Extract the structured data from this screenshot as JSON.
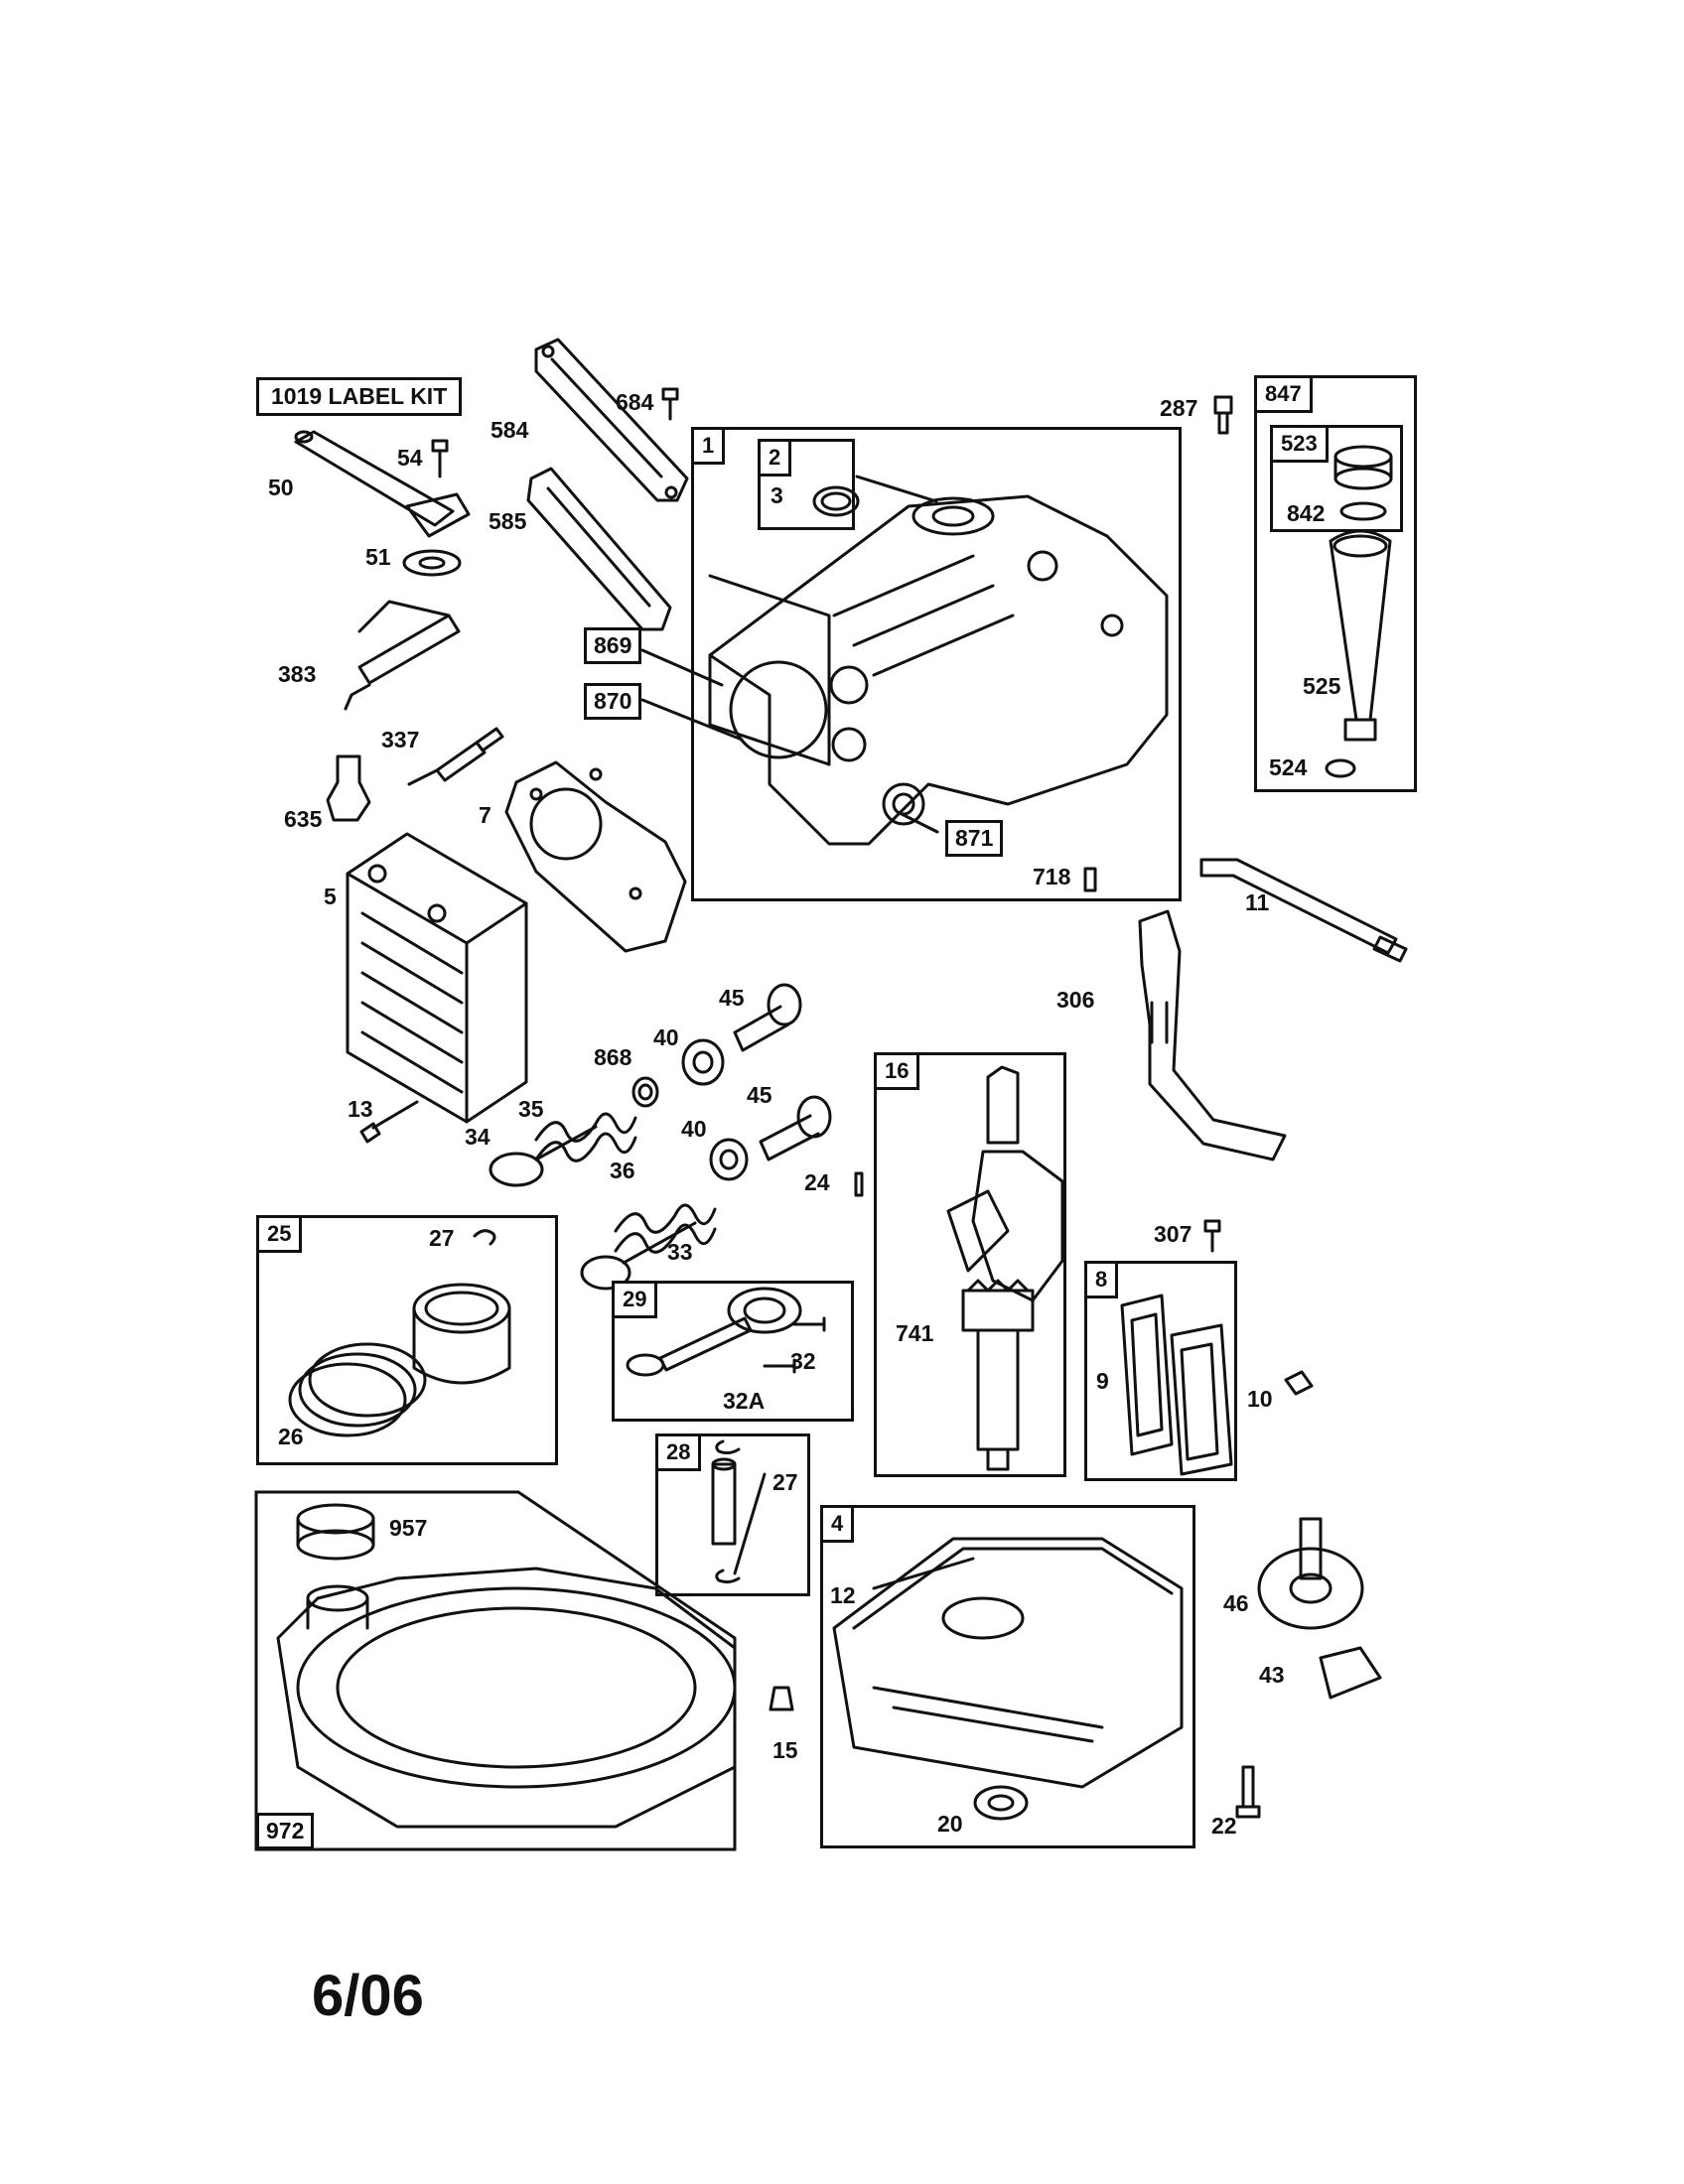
{
  "label_kit": "1019 LABEL KIT",
  "date_code": "6/06",
  "callouts": {
    "p684": "684",
    "p584": "584",
    "p585": "585",
    "p54": "54",
    "p50": "50",
    "p51": "51",
    "p383": "383",
    "p337": "337",
    "p635": "635",
    "p7": "7",
    "p5": "5",
    "p13": "13",
    "p34": "34",
    "p35": "35",
    "p868": "868",
    "p40a": "40",
    "p45a": "45",
    "p40b": "40",
    "p45b": "45",
    "p36": "36",
    "p33": "33",
    "p24": "24",
    "p27a": "27",
    "p26": "26",
    "p32": "32",
    "p32a": "32A",
    "p27b": "27",
    "p957": "957",
    "p12": "12",
    "p15": "15",
    "p20": "20",
    "p741": "741",
    "p9": "9",
    "p10": "10",
    "p46": "46",
    "p43": "43",
    "p22": "22",
    "p307": "307",
    "p306": "306",
    "p11": "11",
    "p718": "718",
    "p287": "287",
    "p842": "842",
    "p525": "525",
    "p524": "524",
    "p3": "3"
  },
  "boxes": {
    "b869": "869",
    "b870": "870",
    "b871": "871"
  },
  "groups": {
    "g1": "1",
    "g2": "2",
    "g847": "847",
    "g523": "523",
    "g16": "16",
    "g25": "25",
    "g29": "29",
    "g28": "28",
    "g8": "8",
    "g4": "4",
    "g972": "972"
  }
}
